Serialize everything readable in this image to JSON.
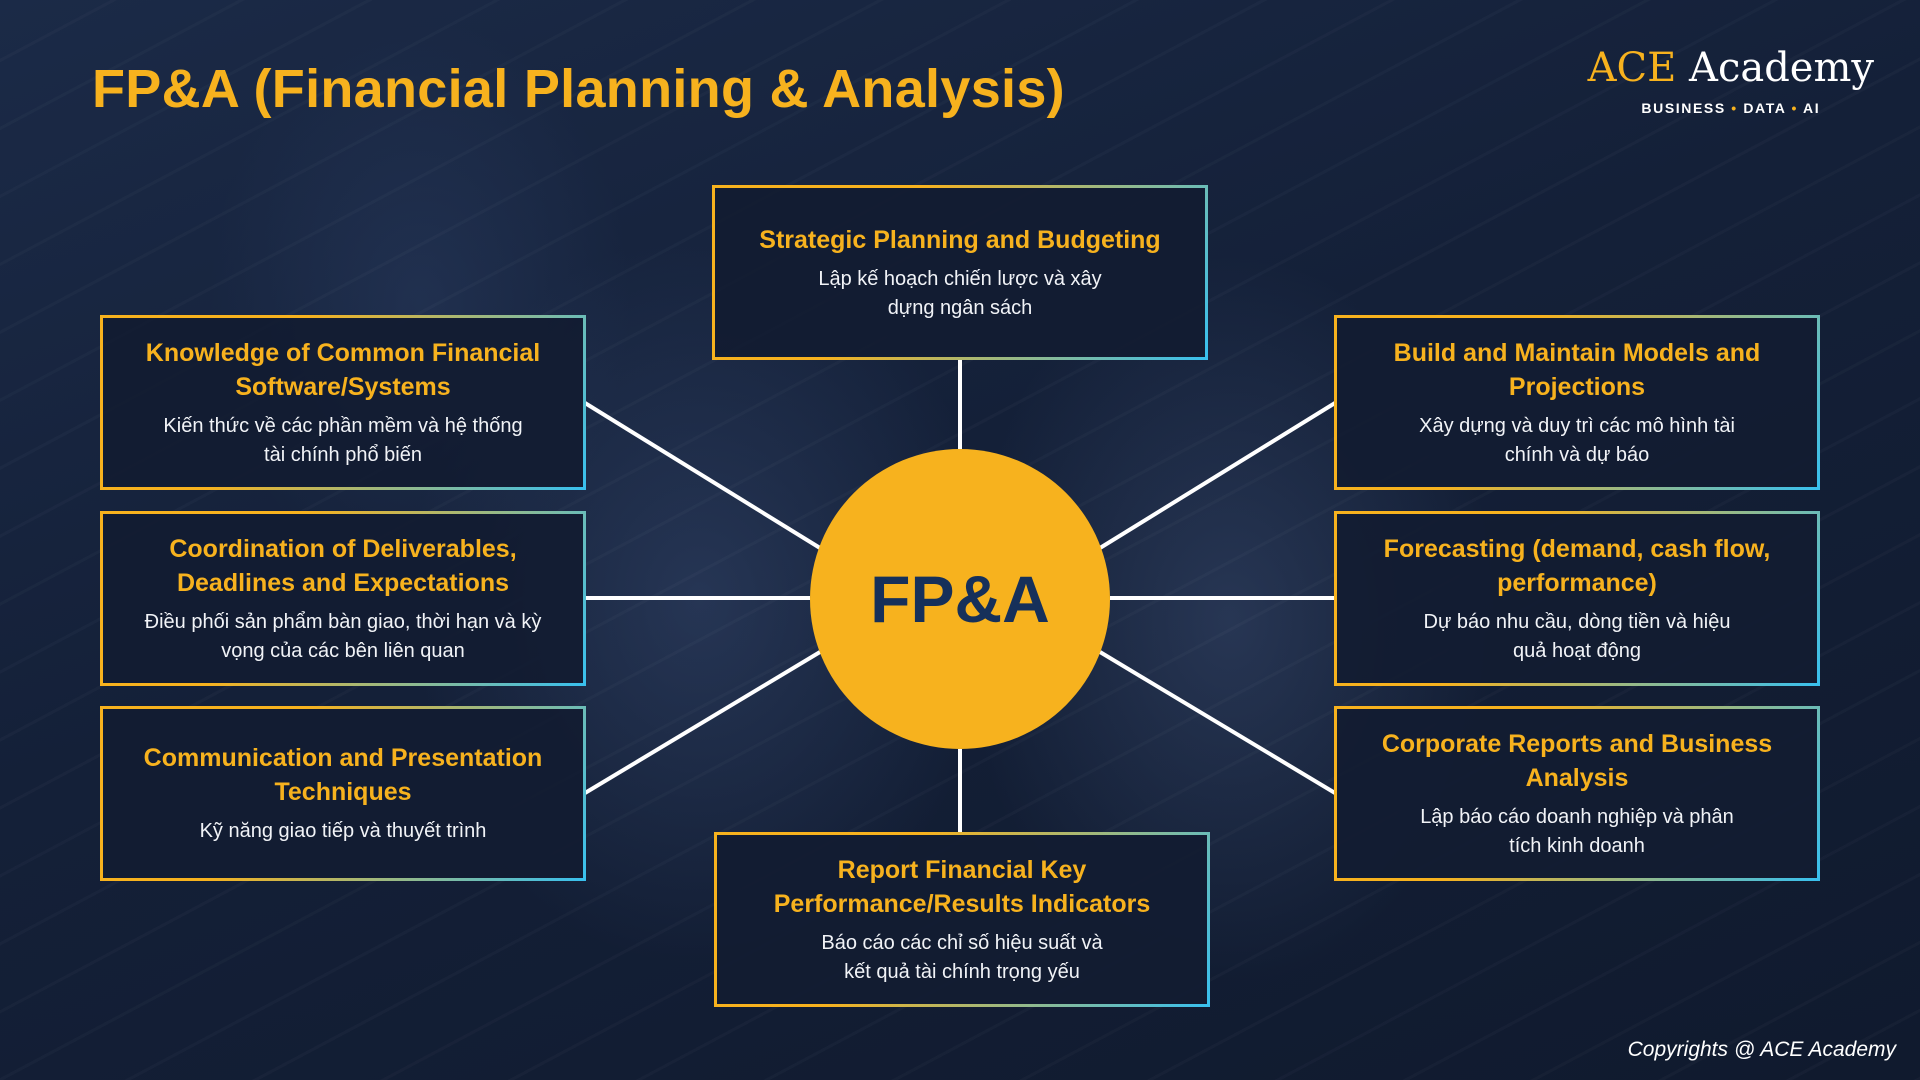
{
  "title": "FP&A (Financial Planning & Analysis)",
  "logo": {
    "brand_accent": "ACE",
    "brand_rest": " Academy",
    "tag_1": "BUSINESS",
    "tag_2": "DATA",
    "tag_3": "AI",
    "separator": "•"
  },
  "hub": {
    "label": "FP&A"
  },
  "nodes": [
    {
      "title": "Strategic Planning and Budgeting",
      "subtitle": "Lập kế hoạch chiến lược và xây dựng ngân sách"
    },
    {
      "title": "Knowledge of Common Financial Software/Systems",
      "subtitle": "Kiến thức về các phần mềm và hệ thống tài chính phổ biến"
    },
    {
      "title": "Coordination of Deliverables, Deadlines and Expectations",
      "subtitle": "Điều phối sản phẩm bàn giao, thời hạn và kỳ vọng của các bên liên quan"
    },
    {
      "title": "Communication and Presentation Techniques",
      "subtitle": "Kỹ năng giao tiếp và thuyết trình"
    },
    {
      "title": "Build and Maintain Models and Projections",
      "subtitle": "Xây dựng và duy trì các mô hình tài chính và dự báo"
    },
    {
      "title": "Forecasting (demand, cash flow, performance)",
      "subtitle": "Dự báo nhu cầu, dòng tiền và hiệu quả hoạt động"
    },
    {
      "title": "Corporate Reports and Business Analysis",
      "subtitle": "Lập báo cáo doanh nghiệp và phân tích kinh doanh"
    },
    {
      "title": "Report Financial Key Performance/Results Indicators",
      "subtitle": "Báo cáo các chỉ số hiệu suất và kết quả tài chính trọng yếu"
    }
  ],
  "copyright": "Copyrights @ ACE Academy",
  "colors": {
    "accent": "#f7b21e",
    "border_end": "#39c0ee",
    "hub_text": "#16305a",
    "background": "#14213a"
  }
}
